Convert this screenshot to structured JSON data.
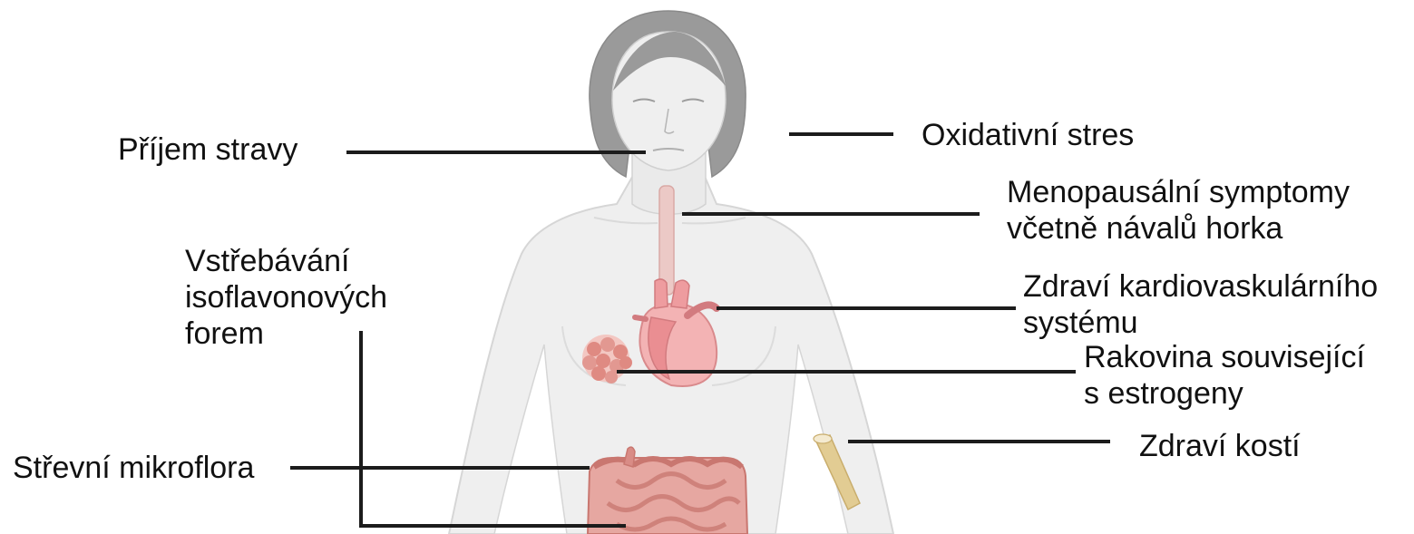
{
  "diagram": {
    "labels": {
      "dietary_intake": "Příjem stravy",
      "oxidative_stress": "Oxidativní stres",
      "menopausal_line1": "Menopausální symptomy",
      "menopausal_line2": "včetně návalů horka",
      "absorption_line1": "Vstřebávání",
      "absorption_line2": "isoflavonových",
      "absorption_line3": "forem",
      "cardio_line1": "Zdraví kardiovaskulárního",
      "cardio_line2": "systému",
      "cancer_line1": "Rakovina související",
      "cancer_line2": "s estrogeny",
      "bone": "Zdraví kostí",
      "microbiota": "Střevní mikroflora"
    },
    "colors": {
      "skin": "#efefef",
      "skin_outline": "#d6d6d6",
      "hair": "#9a9a9a",
      "heart": "#ee9c9f",
      "tumor": "#df8a82",
      "intestine": "#d98c86",
      "bone": "#e2cc93",
      "esophagus": "#ecc9c6",
      "leader_line": "#1c1c1c"
    }
  }
}
